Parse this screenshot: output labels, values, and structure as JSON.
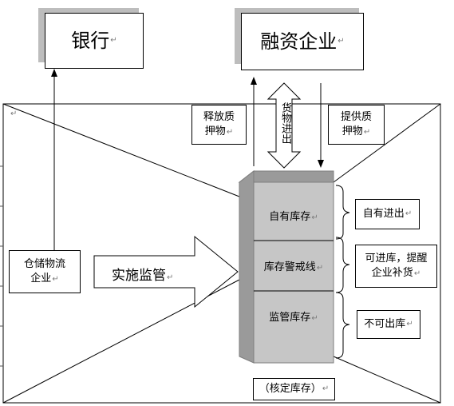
{
  "bank": {
    "label": "银行"
  },
  "enterprise": {
    "label": "融资企业"
  },
  "release": {
    "line1": "释放质",
    "line2": "押物"
  },
  "provide": {
    "line1": "提供质",
    "line2": "押物"
  },
  "goods_flow": {
    "label": "货物进出"
  },
  "warehouse": {
    "line1": "仓储物流",
    "line2": "企业"
  },
  "supervise": {
    "label": "实施监管"
  },
  "stock": {
    "own": "自有库存",
    "warning": "库存警戒线",
    "supervised": "监管库存"
  },
  "notes": {
    "own": "自有进出",
    "warning_line1": "可进库，提醒",
    "warning_line2": "企业补货",
    "supervised": "不可出库"
  },
  "verified": {
    "label": "（核定库存）"
  },
  "para_mark": "↵"
}
